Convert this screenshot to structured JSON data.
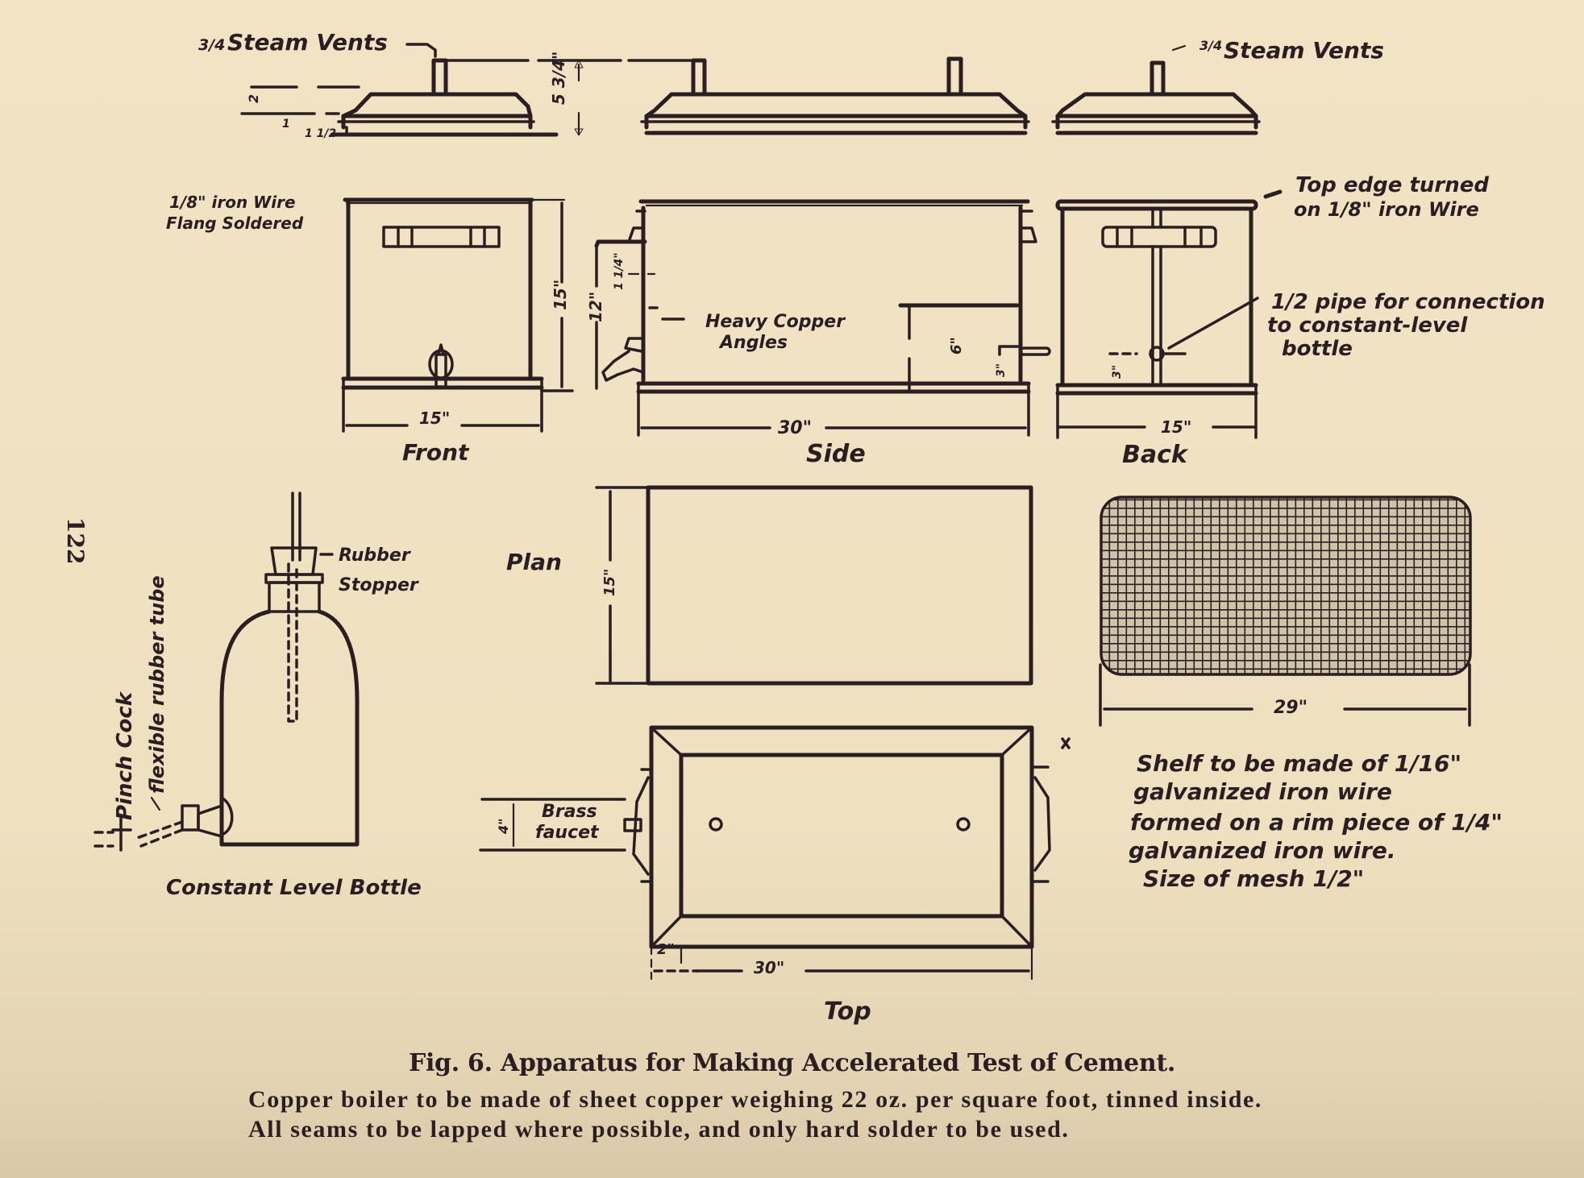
{
  "page_number": "122",
  "figure": {
    "title": "Fig. 6.  Apparatus for Making Accelerated Test of Cement.",
    "body_lines": [
      "Copper boiler to be made of sheet copper weighing 22 oz. per square foot, tinned inside.",
      "All seams to be lapped where possible, and only hard solder to be used."
    ]
  },
  "views": {
    "front": {
      "label": "Front",
      "width_dim": "15\"",
      "height_dim": "15\"",
      "water_dim": "12\""
    },
    "side": {
      "label": "Side",
      "width_dim": "30\"",
      "shelf_height_dim": "6\"",
      "pipe_dim": "3\"",
      "angle_dim": "1 1/4\""
    },
    "back": {
      "label": "Back",
      "width_dim": "15\"",
      "pipe_dim": "3\""
    },
    "plan": {
      "label": "Plan",
      "depth_dim": "15\""
    },
    "top": {
      "label": "Top",
      "width_dim": "30\"",
      "rim_dim": "2\"",
      "faucet_dim": "4\""
    },
    "shelf": {
      "width_dim": "29\""
    },
    "lid": {
      "height_dim": "5 3/4\"",
      "dim_a": "2",
      "dim_b": "1",
      "dim_c": "1 1/2"
    }
  },
  "annotations": {
    "steam_vents_left": "Steam Vents",
    "steam_vents_left_size": "3/4",
    "steam_vents_right": "Steam Vents",
    "steam_vents_right_size": "3/4",
    "iron_wire_line1": "1/8\" iron Wire",
    "iron_wire_line2": "Flang Soldered",
    "top_edge_line1": "Top edge turned",
    "top_edge_line2": "on 1/8\" iron Wire",
    "pipe_line1": "1/2 pipe for connection",
    "pipe_line2": "to constant-level",
    "pipe_line3": "bottle",
    "heavy_copper_line1": "Heavy Copper",
    "heavy_copper_line2": "Angles",
    "rubber_stopper_line1": "Rubber",
    "rubber_stopper_line2": "Stopper",
    "pinch_cock": "Pinch Cock",
    "flexible_tube": "flexible rubber tube",
    "bottle_label": "Constant Level Bottle",
    "brass_faucet_line1": "Brass",
    "brass_faucet_line2": "faucet",
    "shelf_note": [
      "Shelf to be made of 1/16\"",
      "galvanized iron wire",
      "formed on a rim piece of 1/4\"",
      "galvanized iron wire.",
      "Size of mesh 1/2\""
    ]
  },
  "colors": {
    "paper": "#f0e2c3",
    "ink": "#2a1e22"
  }
}
